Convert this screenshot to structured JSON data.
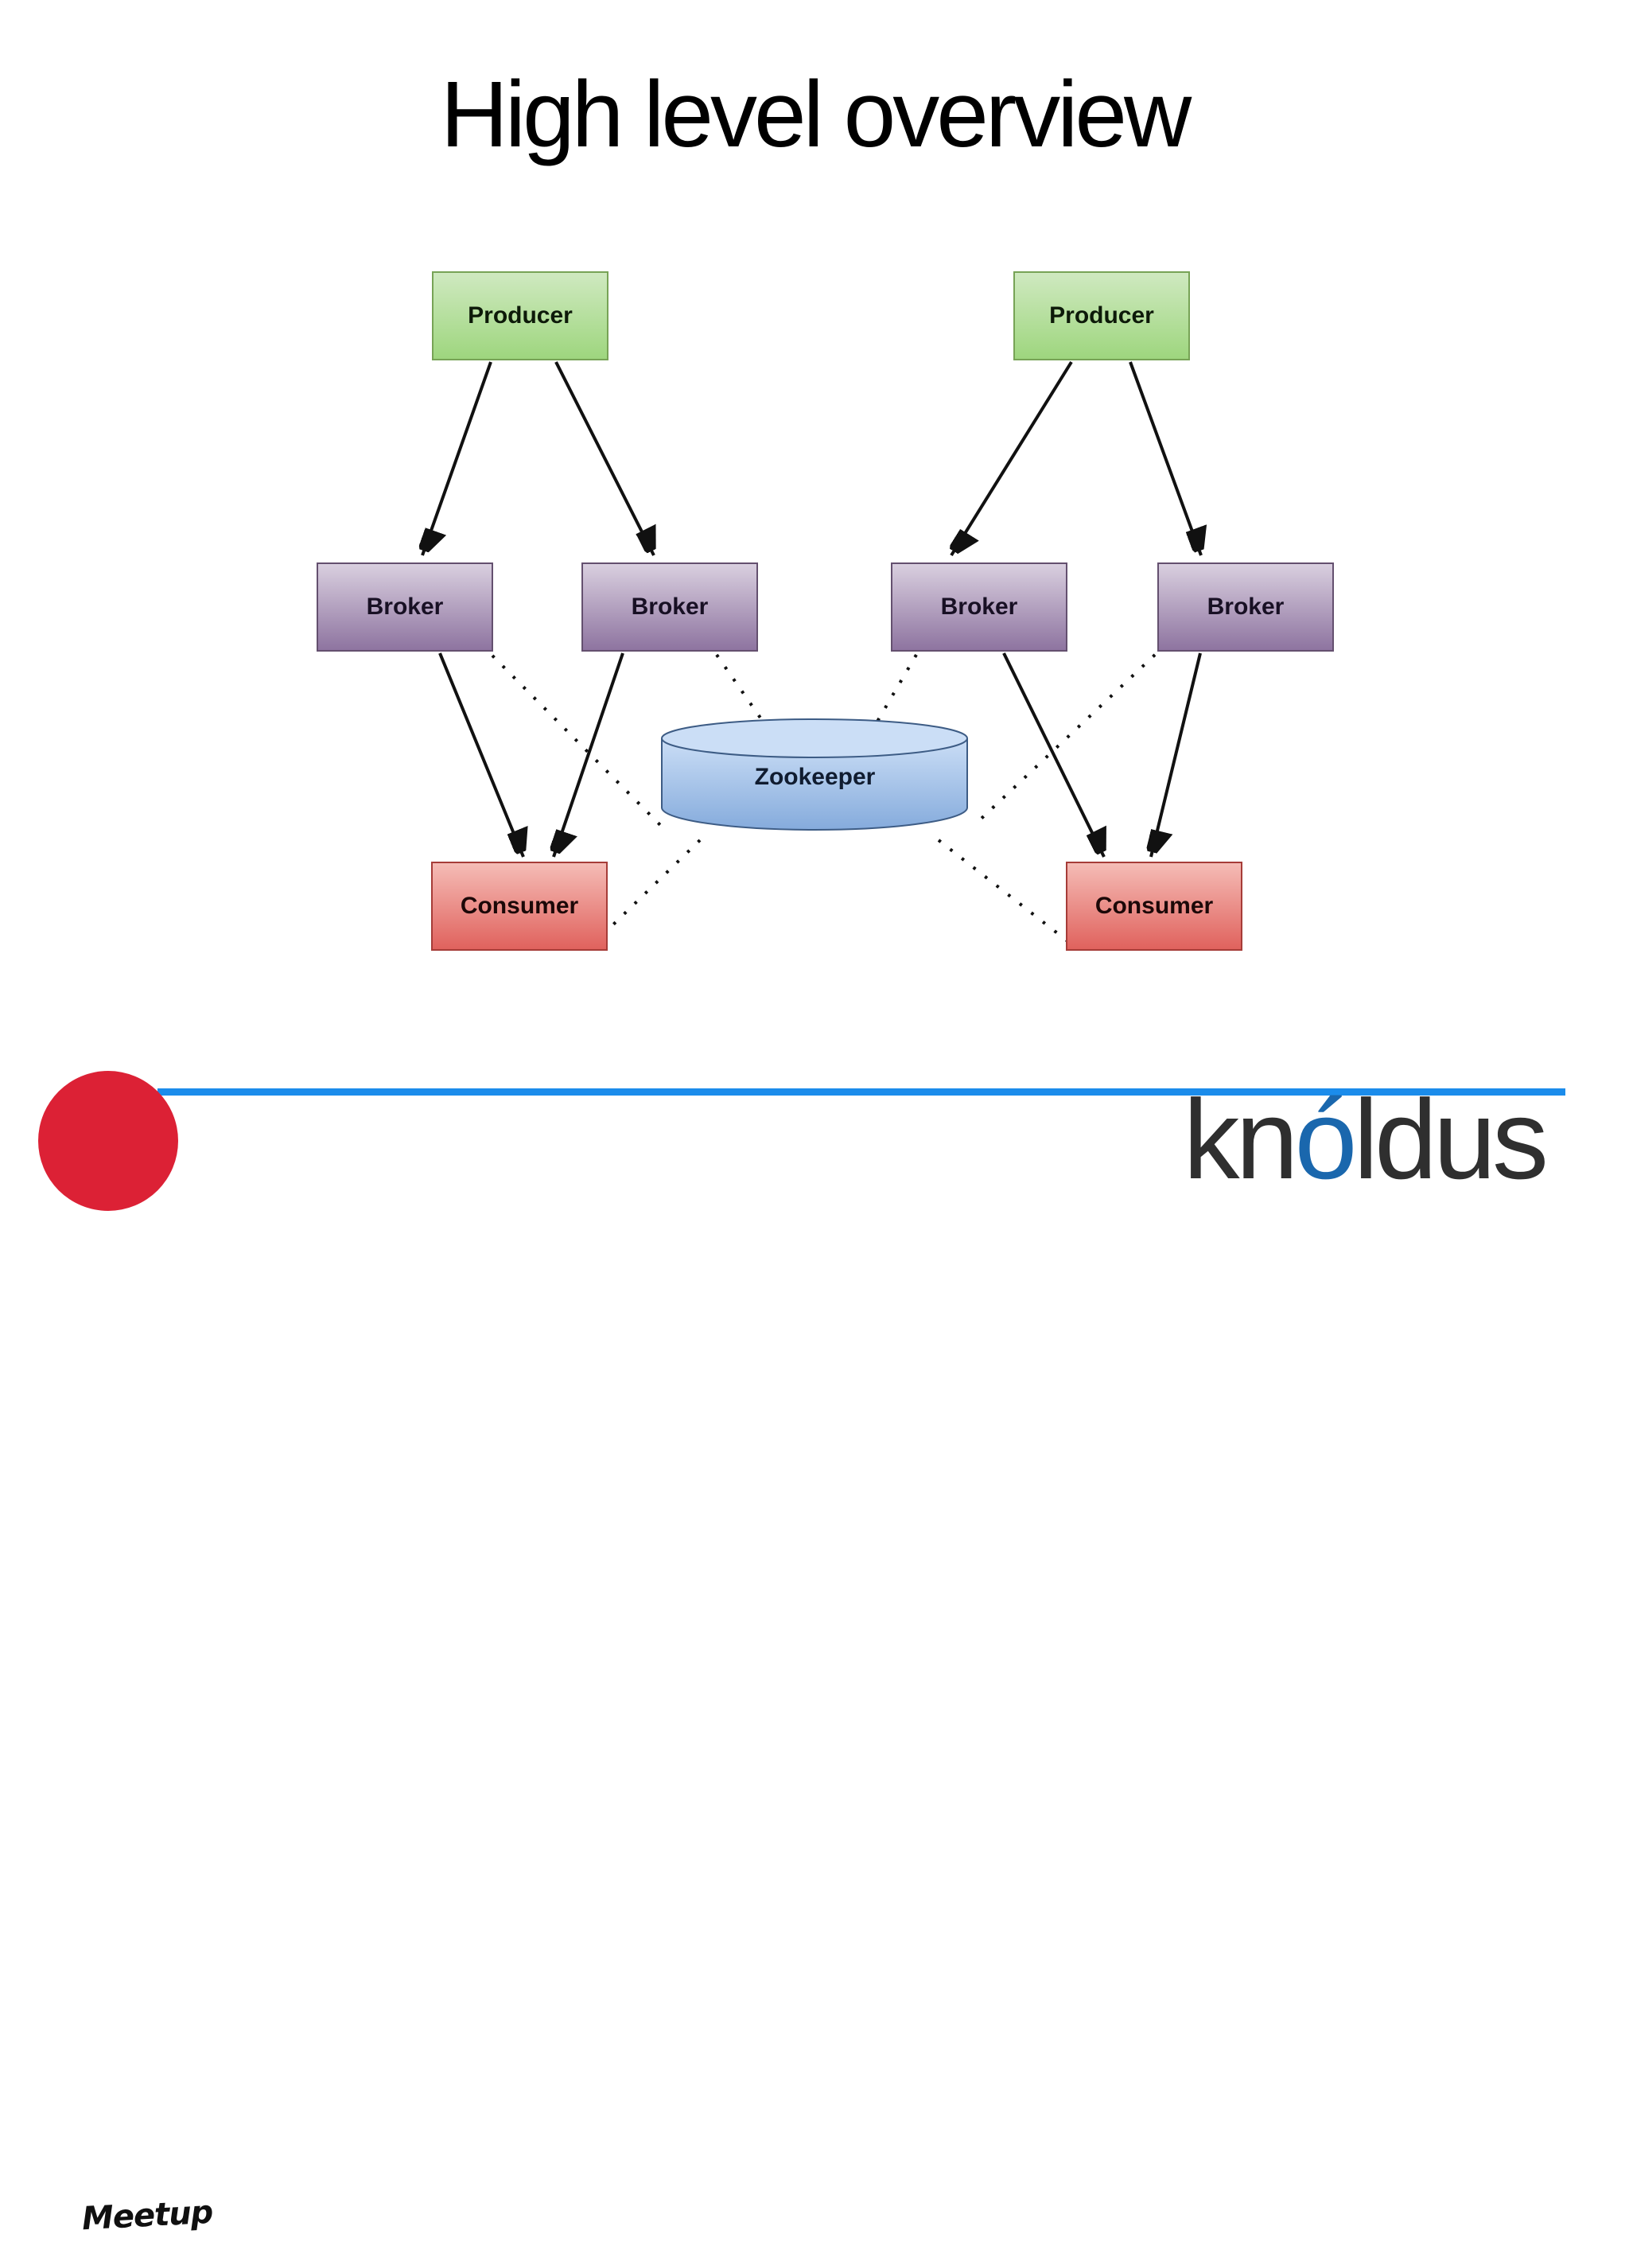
{
  "title": "High level overview",
  "diagram": {
    "nodes": {
      "producer_left": {
        "label": "Producer"
      },
      "producer_right": {
        "label": "Producer"
      },
      "broker_1": {
        "label": "Broker"
      },
      "broker_2": {
        "label": "Broker"
      },
      "broker_3": {
        "label": "Broker"
      },
      "broker_4": {
        "label": "Broker"
      },
      "zookeeper": {
        "label": "Zookeeper"
      },
      "consumer_left": {
        "label": "Consumer"
      },
      "consumer_right": {
        "label": "Consumer"
      }
    },
    "edges": {
      "solid_arrows": [
        "producer_left -> broker_1",
        "producer_left -> broker_2",
        "producer_right -> broker_3",
        "producer_right -> broker_4",
        "broker_1 -> consumer_left",
        "broker_2 -> consumer_left",
        "broker_3 -> consumer_right",
        "broker_4 -> consumer_right"
      ],
      "dotted_links": [
        "broker_1 -- zookeeper",
        "broker_2 -- zookeeper",
        "broker_3 -- zookeeper",
        "broker_4 -- zookeeper",
        "zookeeper -- consumer_left",
        "zookeeper -- consumer_right"
      ]
    },
    "colors": {
      "producer_fill_top": "#cfe9c0",
      "producer_fill_bottom": "#9ed67e",
      "producer_border": "#77a356",
      "broker_fill_top": "#d9cfdf",
      "broker_fill_bottom": "#8e74a0",
      "broker_border": "#64506f",
      "consumer_fill_top": "#f5bcb6",
      "consumer_fill_bottom": "#e0625d",
      "consumer_border": "#a63c38",
      "zookeeper_fill_top": "#cbdef6",
      "zookeeper_fill_bottom": "#85abdc",
      "zookeeper_border": "#3d5c85",
      "arrow": "#111111"
    }
  },
  "footer": {
    "divider_color": "#1b8ceb",
    "meetup": {
      "label": "Meetup",
      "circle_color": "#dc2135"
    },
    "brand": {
      "part1": "kn",
      "accent": "ó",
      "part2": "ldus",
      "text_color": "#2f2f2f",
      "accent_color": "#1a67ad"
    }
  }
}
